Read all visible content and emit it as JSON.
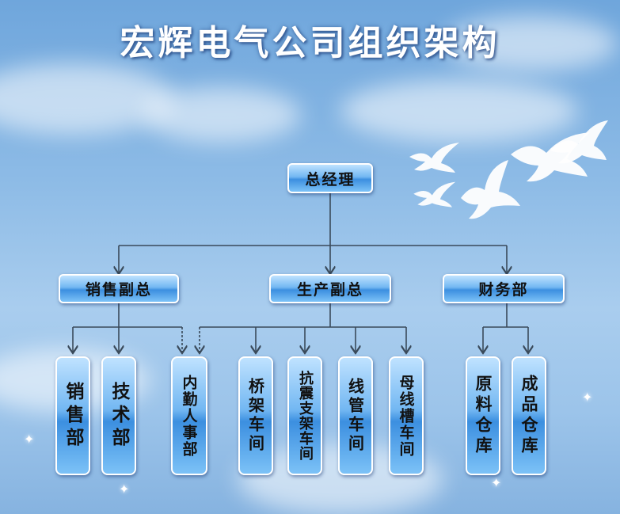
{
  "title": "宏辉电气公司组织架构",
  "org": {
    "root": "总经理",
    "level2": [
      "销售副总",
      "生产副总",
      "财务部"
    ],
    "level3": [
      "销售部",
      "技术部",
      "内勤人事部",
      "桥架车间",
      "抗震支架车间",
      "线管车间",
      "母线槽车间",
      "原料仓库",
      "成品仓库"
    ]
  },
  "colors": {
    "node_top": "#bfe2ff",
    "node_mid": "#3c8fe0",
    "line": "#3a4a5a",
    "title": "#ffffff"
  }
}
